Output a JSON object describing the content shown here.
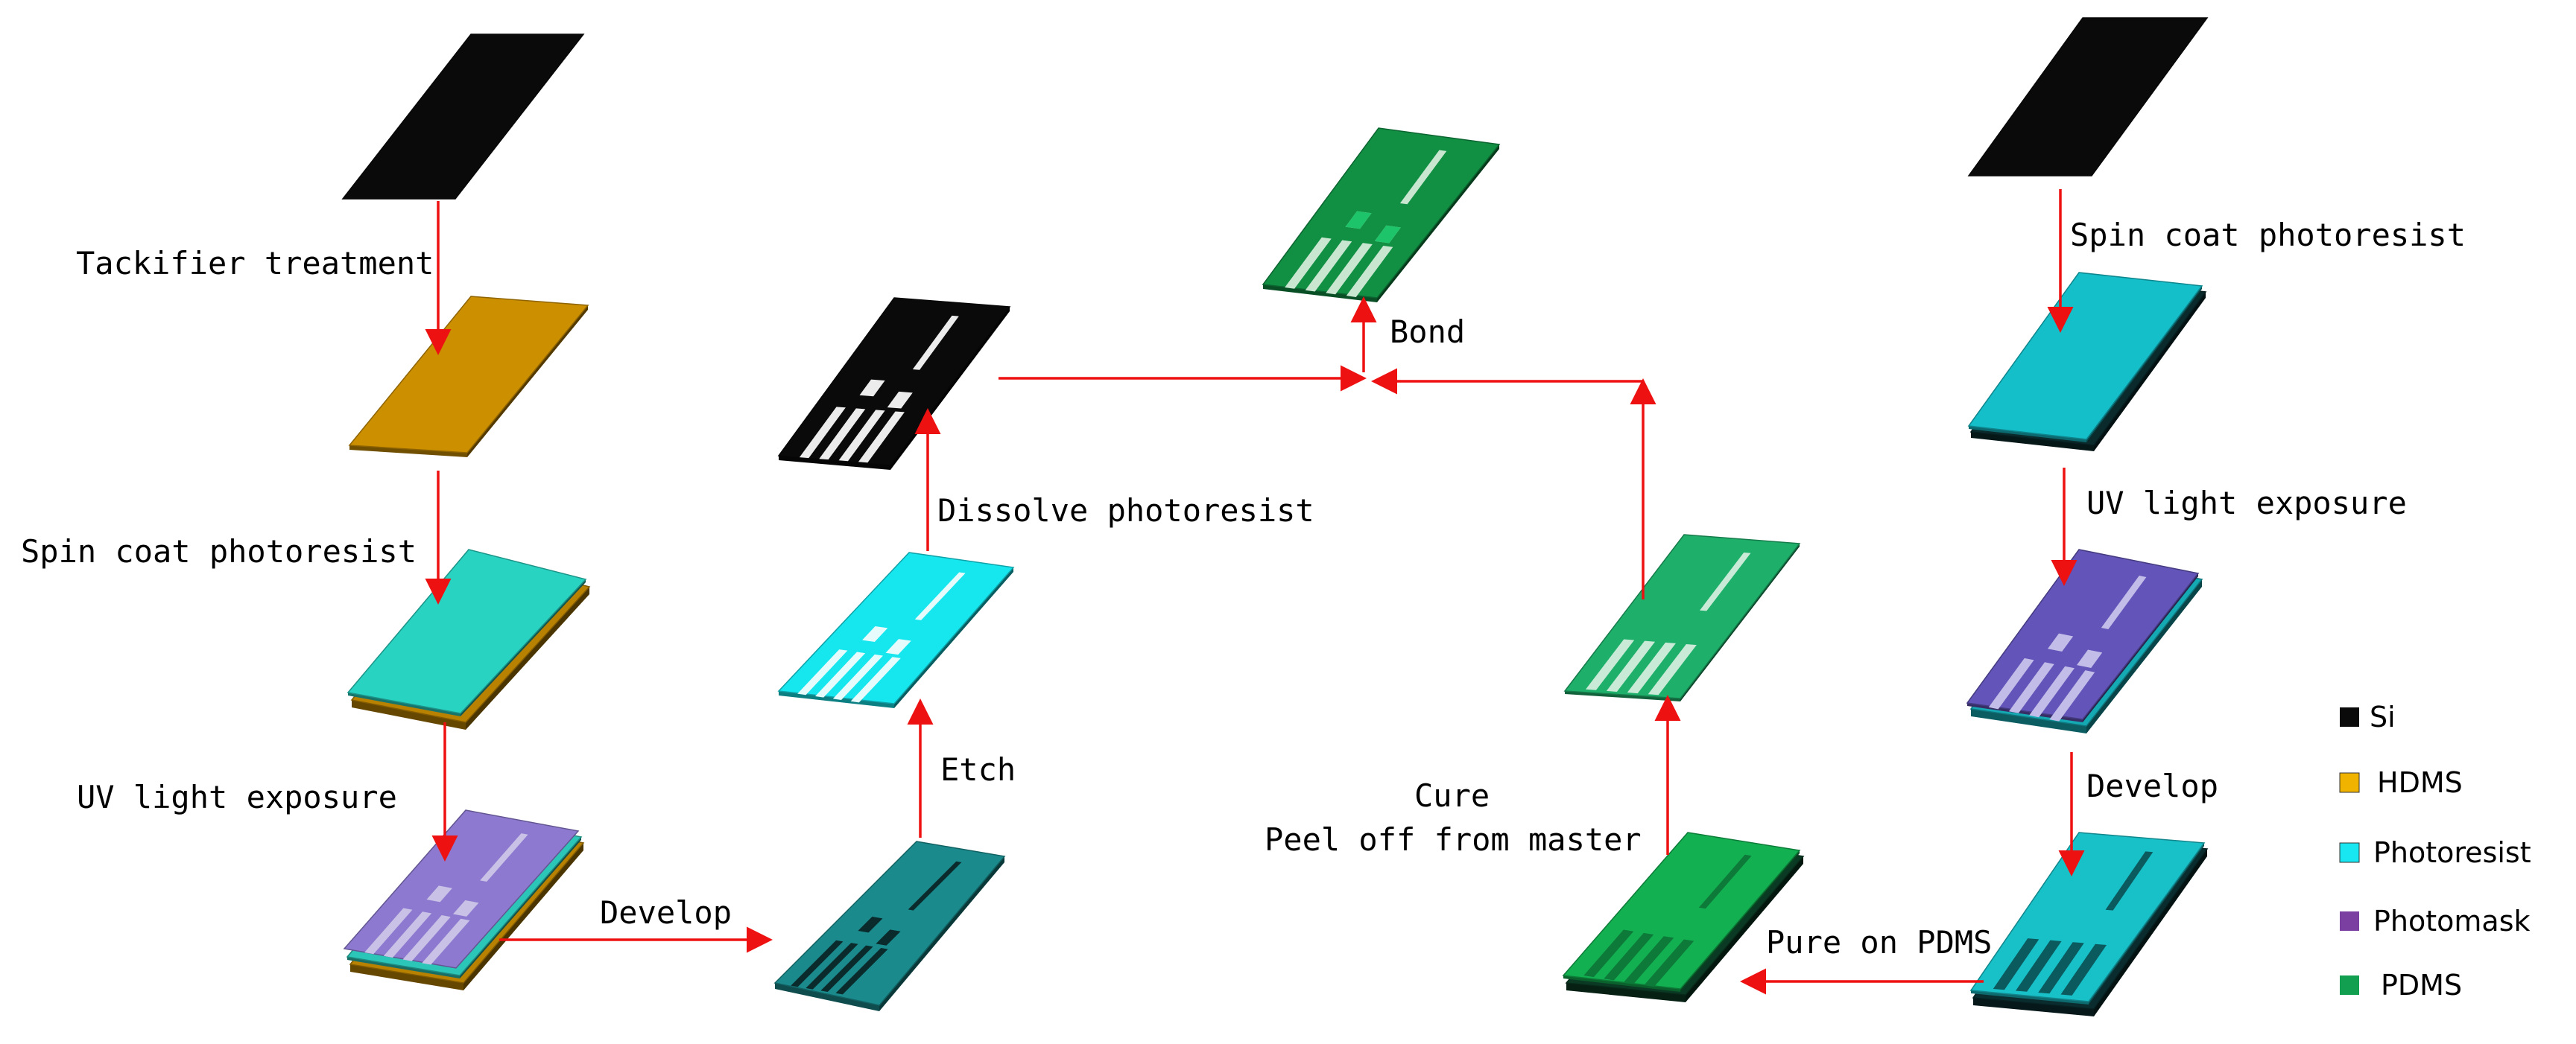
{
  "colors": {
    "si": "#0a0a0a",
    "hdms": "#cc8f00",
    "photoresist": "#00c8d8",
    "photomask": "#7a3fa0",
    "pdms": "#12a050",
    "arrow": "#ee1111"
  },
  "labels": {
    "tackifier": "Tackifier treatment",
    "spin_coat_left": "Spin coat photoresist",
    "uv_left": "UV light exposure",
    "develop_left": "Develop",
    "etch": "Etch",
    "dissolve": "Dissolve photoresist",
    "bond": "Bond",
    "cure": "Cure",
    "peel": "Peel off from master",
    "pure_on_pdms": "Pure on PDMS",
    "spin_coat_right": "Spin coat photoresist",
    "uv_right": "UV light exposure",
    "develop_right": "Develop"
  },
  "legend": [
    {
      "label": "Si",
      "color": "#0a0a0a"
    },
    {
      "label": "HDMS",
      "color": "#f0b400"
    },
    {
      "label": "Photoresist",
      "color": "#18e6f0"
    },
    {
      "label": "Photomask",
      "color": "#7a3fa0"
    },
    {
      "label": "PDMS",
      "color": "#12a050"
    }
  ]
}
